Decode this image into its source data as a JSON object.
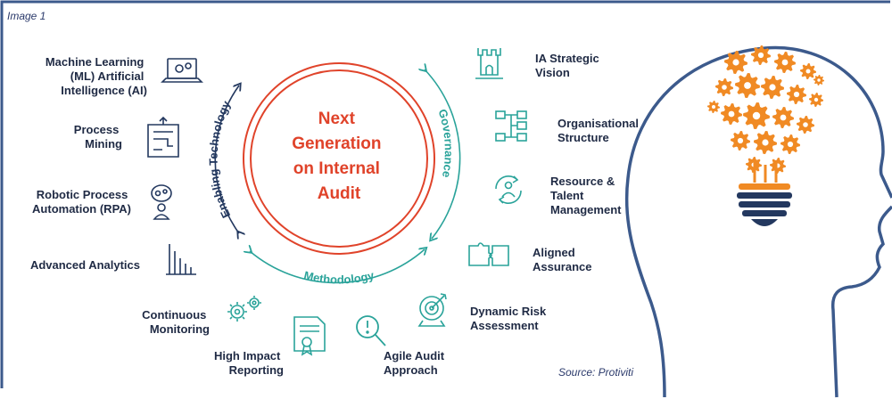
{
  "caption_top": "Image 1",
  "caption_source": "Source: Protiviti",
  "center_title": [
    "Next",
    "Generation",
    "on Internal",
    "Audit"
  ],
  "arcs": {
    "enabling": "Enabling Technology",
    "governance": "Governance",
    "methodology": "Methodology"
  },
  "left_items": [
    {
      "lines": [
        "Machine Learning",
        "(ML) Artificial",
        "Intelligence (AI)"
      ],
      "icon": "laptop-gears-icon"
    },
    {
      "lines": [
        "Process",
        "Mining"
      ],
      "icon": "flow-maze-icon"
    },
    {
      "lines": [
        "Robotic Process",
        "Automation (RPA)"
      ],
      "icon": "robot-person-icon"
    },
    {
      "lines": [
        "Advanced Analytics"
      ],
      "icon": "bar-chart-icon"
    }
  ],
  "bottom_items": [
    {
      "lines": [
        "Continuous",
        "Monitoring"
      ],
      "icon": "gears-icon"
    },
    {
      "lines": [
        "High Impact",
        "Reporting"
      ],
      "icon": "certificate-icon"
    },
    {
      "lines": [
        "Agile Audit",
        "Approach"
      ],
      "icon": "magnifier-exclamation-icon"
    }
  ],
  "right_items": [
    {
      "lines": [
        "IA Strategic",
        "Vision"
      ],
      "icon": "castle-tower-icon"
    },
    {
      "lines": [
        "Organisational",
        "Structure"
      ],
      "icon": "org-chart-icon"
    },
    {
      "lines": [
        "Resource &",
        "Talent",
        "Management"
      ],
      "icon": "person-cycle-icon"
    },
    {
      "lines": [
        "Aligned",
        "Assurance"
      ],
      "icon": "puzzle-icon"
    },
    {
      "lines": [
        "Dynamic Risk",
        "Assessment"
      ],
      "icon": "target-arrow-icon"
    }
  ],
  "colors": {
    "navy": "#23385f",
    "teal": "#2aa39a",
    "red": "#e0432a",
    "orange": "#f08a24",
    "frame": "#3c5a8c"
  }
}
